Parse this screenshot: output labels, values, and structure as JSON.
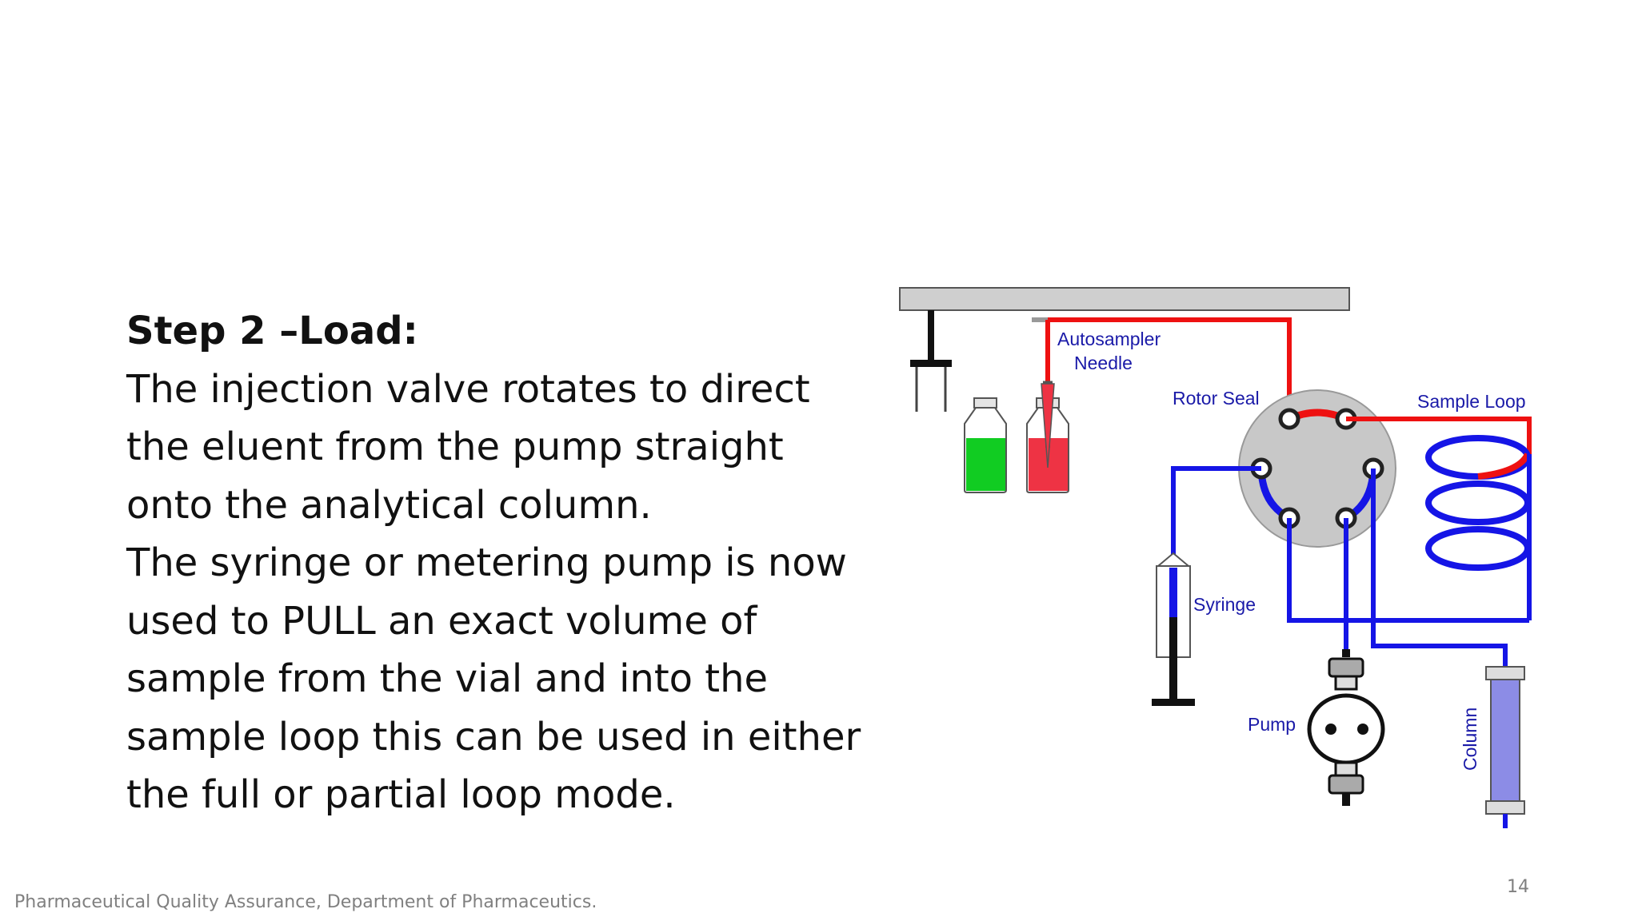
{
  "slide": {
    "heading": "Step 2 –Load:",
    "lines": [
      "The injection valve rotates to direct",
      "the eluent from the pump straight",
      "onto the analytical column.",
      "The syringe or metering pump is now",
      "used to PULL an exact volume of",
      "sample from the vial and into the",
      "sample loop this can be used in either",
      "the full or partial loop mode."
    ],
    "footer": "Pharmaceutical Quality Assurance, Department of Pharmaceutics.",
    "page_number": "14"
  },
  "diagram": {
    "labels": {
      "autosampler_line1": "Autosampler",
      "autosampler_line2": "Needle",
      "rotor_seal": "Rotor Seal",
      "sample_loop": "Sample Loop",
      "syringe": "Syringe",
      "pump": "Pump",
      "column": "Column"
    },
    "colors": {
      "eluent_line": "#1515e6",
      "sample_line": "#ee1111",
      "vial_green": "#11cc22",
      "vial_red": "#ee3344",
      "rotor": "#c8c8c8",
      "column_fill": "#8c8ce6",
      "label_text": "#1a1aa8"
    },
    "icons": [
      "valve-rotor-icon",
      "vial-icon",
      "syringe-icon",
      "pump-icon",
      "column-icon",
      "needle-icon"
    ]
  }
}
